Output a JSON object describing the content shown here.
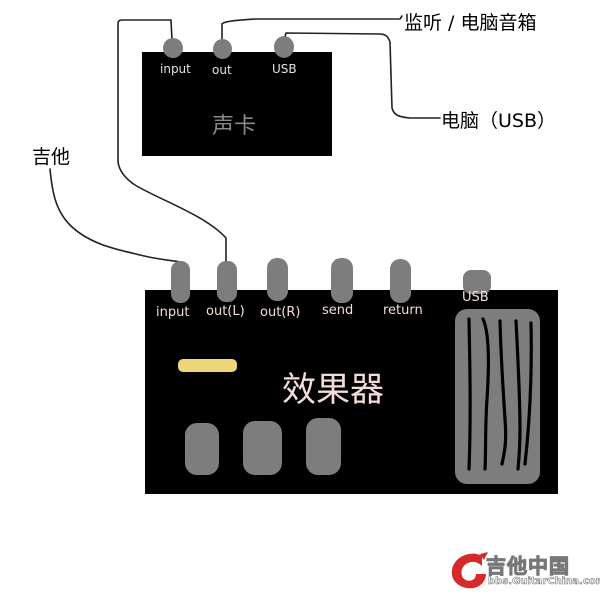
{
  "external_labels": {
    "monitor": "监听 / 电脑音箱",
    "computer_usb": "电脑（USB）",
    "guitar": "吉他"
  },
  "sound_card": {
    "title": "声卡",
    "ports": [
      {
        "id": "input",
        "label": "input"
      },
      {
        "id": "out",
        "label": "out"
      },
      {
        "id": "usb",
        "label": "USB"
      }
    ]
  },
  "effects_unit": {
    "title": "效果器",
    "ports": [
      {
        "id": "input",
        "label": "input"
      },
      {
        "id": "out_l",
        "label": "out(L)"
      },
      {
        "id": "out_r",
        "label": "out(R)"
      },
      {
        "id": "send",
        "label": "send"
      },
      {
        "id": "return",
        "label": "return"
      },
      {
        "id": "usb",
        "label": "USB"
      }
    ],
    "knobs": 3,
    "expression_pedal": true
  },
  "connections": [
    {
      "from": "吉他",
      "to": "效果器 input"
    },
    {
      "from": "效果器 out(L)",
      "to": "声卡 input"
    },
    {
      "from": "声卡 out",
      "to": "监听 / 电脑音箱"
    },
    {
      "from": "声卡 USB",
      "to": "电脑（USB）"
    }
  ],
  "colors": {
    "device_body": "#000000",
    "jack": "#7d7d7d",
    "led": "#ecd677",
    "effects_title": "#f3dcd8",
    "sound_card_title": "#8a8a8a",
    "logo_red": "#d42a2a"
  },
  "watermark": {
    "name": "吉他中国",
    "url": "bbs.GuitarChina.com"
  }
}
